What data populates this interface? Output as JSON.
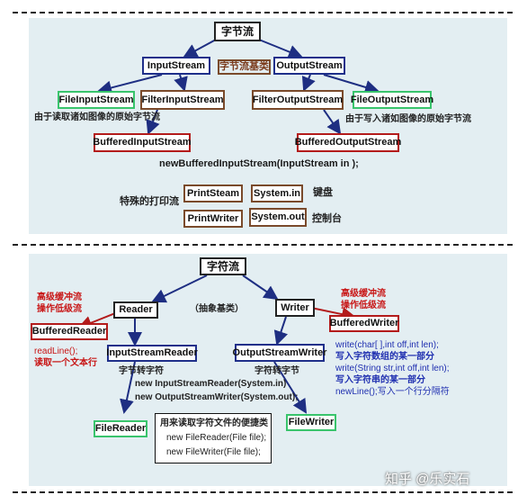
{
  "top": {
    "root": "字节流",
    "base_label": "字节流基类",
    "input": "InputStream",
    "output": "OutputStream",
    "file_input": "FileInputStream",
    "filter_input": "FilterInputStream",
    "filter_output": "FilterOutputStream",
    "file_output": "FileOutputStream",
    "file_input_note": "由于读取诸如图像的原始字节流",
    "file_output_note": "由于写入诸如图像的原始字节流",
    "buffered_input": "BufferedInputStream",
    "buffered_output": "BufferedOutputStream",
    "constructor": "newBufferedInputStream(InputStream in );",
    "special_label": "特殊的打印流",
    "print_stream": "PrintSteam",
    "print_writer": "PrintWriter",
    "system_in": "System.in",
    "system_out": "System.out",
    "keyboard": "键盘",
    "console": "控制台"
  },
  "bottom": {
    "root": "字符流",
    "abstract_label": "（抽象基类）",
    "reader": "Reader",
    "writer": "Writer",
    "reader_note_1": "高级缓冲流",
    "reader_note_2": "操作低级流",
    "writer_note_1": "高级缓冲流",
    "writer_note_2": "操作低级流",
    "buffered_reader": "BufferedReader",
    "buffered_writer": "BufferedWriter",
    "readline": "readLine();",
    "readline_desc": "读取一个文本行",
    "isr": "InputStreamReader",
    "osw": "OutputStreamWriter",
    "isr_desc": "字节转字符",
    "osw_desc": "字符转字节",
    "new_isr": "new InputStreamReader(System.in)",
    "new_osw": "new OutputStreamWriter(System.out);",
    "write_1": "write(char[ ],int off,int len);",
    "write_1_desc": "写入字符数组的某一部分",
    "write_2": "write(String str,int off,int len);",
    "write_2_desc": "写入字符串的某一部分",
    "newline": "newLine();写入一个行分隔符",
    "file_reader": "FileReader",
    "file_writer": "FileWriter",
    "conv_title": "用来读取字符文件的便捷类",
    "conv_1": "new FileReader(File file);",
    "conv_2": "new FileWriter(File file);"
  },
  "watermark": "知乎 @乐实石"
}
